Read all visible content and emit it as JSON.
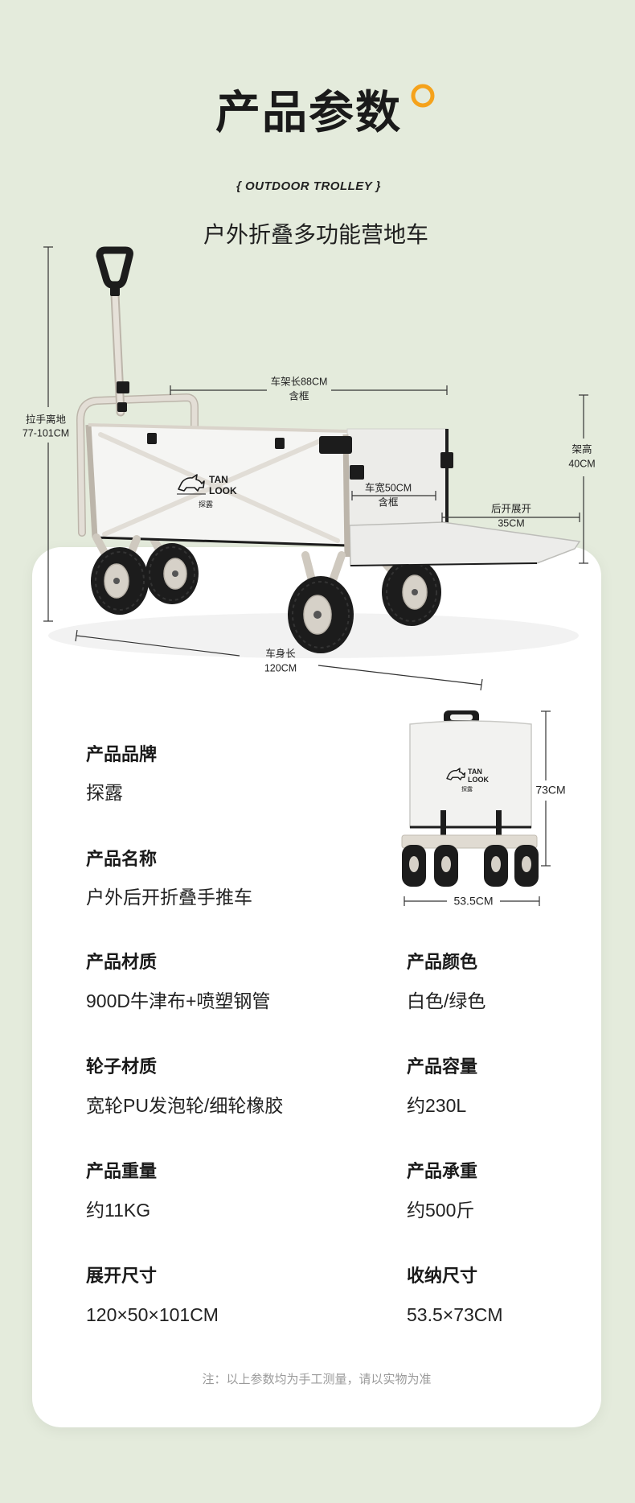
{
  "header": {
    "title": "产品参数",
    "tagline": "{ OUTDOOR TROLLEY }",
    "subtitle": "户外折叠多功能营地车"
  },
  "dimensions": {
    "handle_height": {
      "label": "拉手离地",
      "value": "77-101CM"
    },
    "frame_length": {
      "label": "车架长88CM",
      "note": "含框"
    },
    "frame_height": {
      "label": "架高",
      "value": "40CM"
    },
    "width": {
      "label": "车宽50CM",
      "note": "含框"
    },
    "rear_open": {
      "label": "后开展开",
      "value": "35CM"
    },
    "body_length": {
      "label": "车身长",
      "value": "120CM"
    },
    "folded_height": "73CM",
    "folded_width": "53.5CM"
  },
  "logo": {
    "brand_en_1": "TAN",
    "brand_en_2": "LOOK",
    "brand_cn": "探露"
  },
  "specs": {
    "rows": [
      {
        "left": {
          "label": "产品品牌",
          "value": "探露"
        }
      },
      {
        "left": {
          "label": "产品名称",
          "value": "户外后开折叠手推车"
        }
      },
      {
        "left": {
          "label": "产品材质",
          "value": "900D牛津布+喷塑钢管"
        },
        "right": {
          "label": "产品颜色",
          "value": "白色/绿色"
        }
      },
      {
        "left": {
          "label": "轮子材质",
          "value": "宽轮PU发泡轮/细轮橡胶"
        },
        "right": {
          "label": "产品容量",
          "value": "约230L"
        }
      },
      {
        "left": {
          "label": "产品重量",
          "value": "约11KG"
        },
        "right": {
          "label": "产品承重",
          "value": "约500斤"
        }
      },
      {
        "left": {
          "label": "展开尺寸",
          "value": "120×50×101CM"
        },
        "right": {
          "label": "收纳尺寸",
          "value": "53.5×73CM"
        }
      }
    ]
  },
  "footer_note": "注：以上参数均为手工测量，请以实物为准",
  "icons": {
    "title_accent": "orange-ring-icon",
    "brand_logo": "rhino-logo-icon"
  },
  "colors": {
    "background": "#e4ebdc",
    "card": "#ffffff",
    "accent": "#f5a21b",
    "text": "#1a1a1a",
    "note": "#9a9a9a",
    "fabric": "#f3f3f1",
    "frame": "#d9d3ca",
    "wheel": "#1c1c1c"
  }
}
